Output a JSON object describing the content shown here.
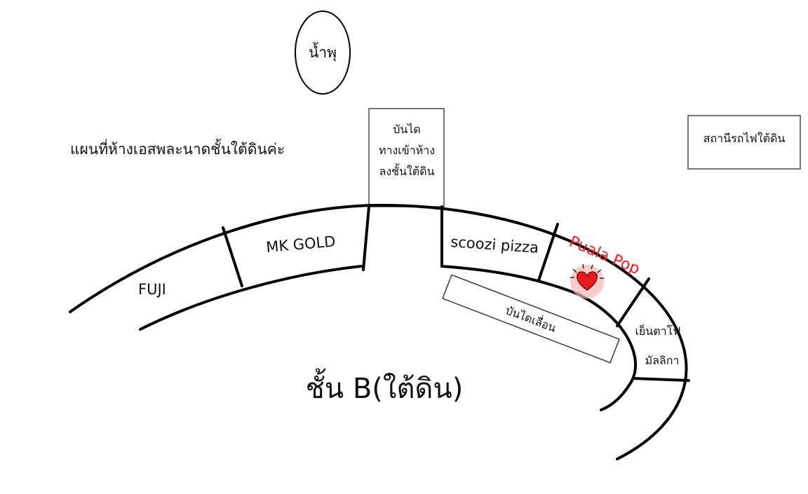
{
  "map": {
    "title": "แผนที่ห้างเอสพละนาดชั้นใต้ดินค่ะ",
    "fountain": "น้ำพุ",
    "entrance": {
      "line1": "บันได",
      "line2": "ทางเข้าห้าง",
      "line3": "ลงชั้นใต้ดิน"
    },
    "subway": "สถานีรถไฟใต้ดิน",
    "floor": "ชั้น B(ใต้ดิน)",
    "escalator": "บันไดเลื่อน",
    "shops": {
      "fuji": "FUJI",
      "mk": "MK GOLD",
      "scoozi": "scoozi pizza",
      "puala": "Puala Pop",
      "yentafo_line1": "เย็นตาโฟ",
      "yentafo_line2": "มัลลิกา"
    },
    "colors": {
      "highlight": "#ff1a1a",
      "heart": "#e8191e"
    }
  }
}
